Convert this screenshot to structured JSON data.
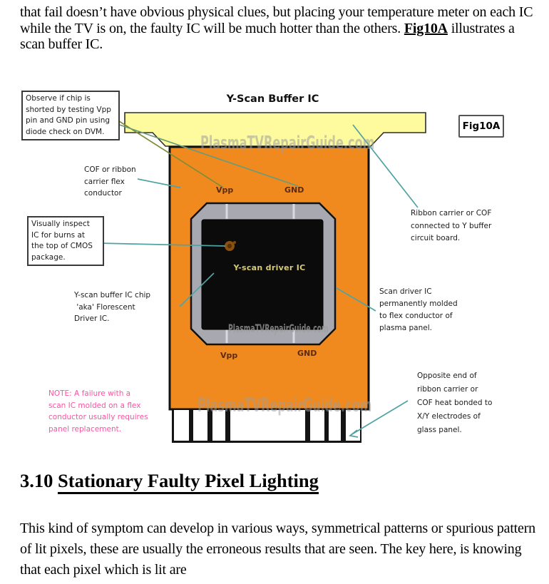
{
  "colors": {
    "board_yellow": "#FDFB9D",
    "ic_orange": "#F18A1E",
    "chip_gray": "#A8A8B1",
    "die_black": "#0B0B0B",
    "note_pink": "#F7559F",
    "line_teal": "#4FA3A3",
    "line_olive": "#7F8C38",
    "pin_text": "#5C2B15",
    "die_label_yellow": "#D6CC73",
    "watermark_gray": "#9E9E9E"
  },
  "page": {
    "top_paragraph": {
      "before": "that fail doesn’t have obvious physical clues, but placing your temperature meter on each IC while the TV is on, the faulty IC will be much hotter than the others. ",
      "link": "Fig10A",
      "after": " illustrates a scan buffer IC."
    },
    "section_heading": {
      "number": "3.10 ",
      "title": "Stationary Faulty Pixel Lighting"
    },
    "bottom_paragraph": "This kind of symptom can develop in various ways, symmetrical patterns or spurious pattern of lit pixels, these are usually the erroneous results that are seen. The key here, is knowing that each pixel which is lit are"
  },
  "diagram": {
    "title": "Y-Scan Buffer IC",
    "figure_label": "Fig10A",
    "watermark": "PlasmaTVRepairGuide.com",
    "die_label": "Y-scan driver IC",
    "pins": {
      "vpp_top": "Vpp",
      "gnd_top": "GND",
      "vpp_bottom": "Vpp",
      "gnd_bottom": "GND"
    },
    "callouts": {
      "observe_box": "Observe if chip is\nshorted by testing Vpp\npin and GND pin using\ndiode check on DVM.",
      "cof": "COF or ribbon\ncarrier flex\nconductor",
      "inspect_box": "Visually inspect\nIC for burns at\nthe top of CMOS\npackage.",
      "buffer": "Y-scan buffer IC chip\n 'aka' Florescent\nDriver IC.",
      "ribbon": "Ribbon carrier or COF\nconnected to Y buffer\ncircuit board.",
      "molded": "Scan driver IC\npermanently molded\nto flex conductor of\nplasma panel.",
      "note": "NOTE: A failure with a\nscan IC molded on a flex\nconductor usually requires\npanel replacement.",
      "opposite": "Opposite end of\nribbon carrier or\nCOF heat bonded to\nX/Y electrodes of\nglass panel."
    }
  }
}
